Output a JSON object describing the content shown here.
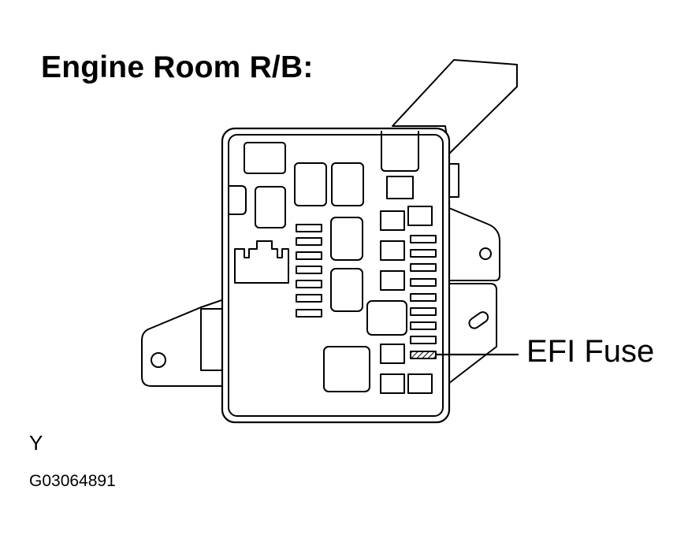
{
  "title": "Engine Room R/B:",
  "callout": {
    "label": "EFI Fuse"
  },
  "view_code": "Y",
  "figure_id": "G03064891"
}
